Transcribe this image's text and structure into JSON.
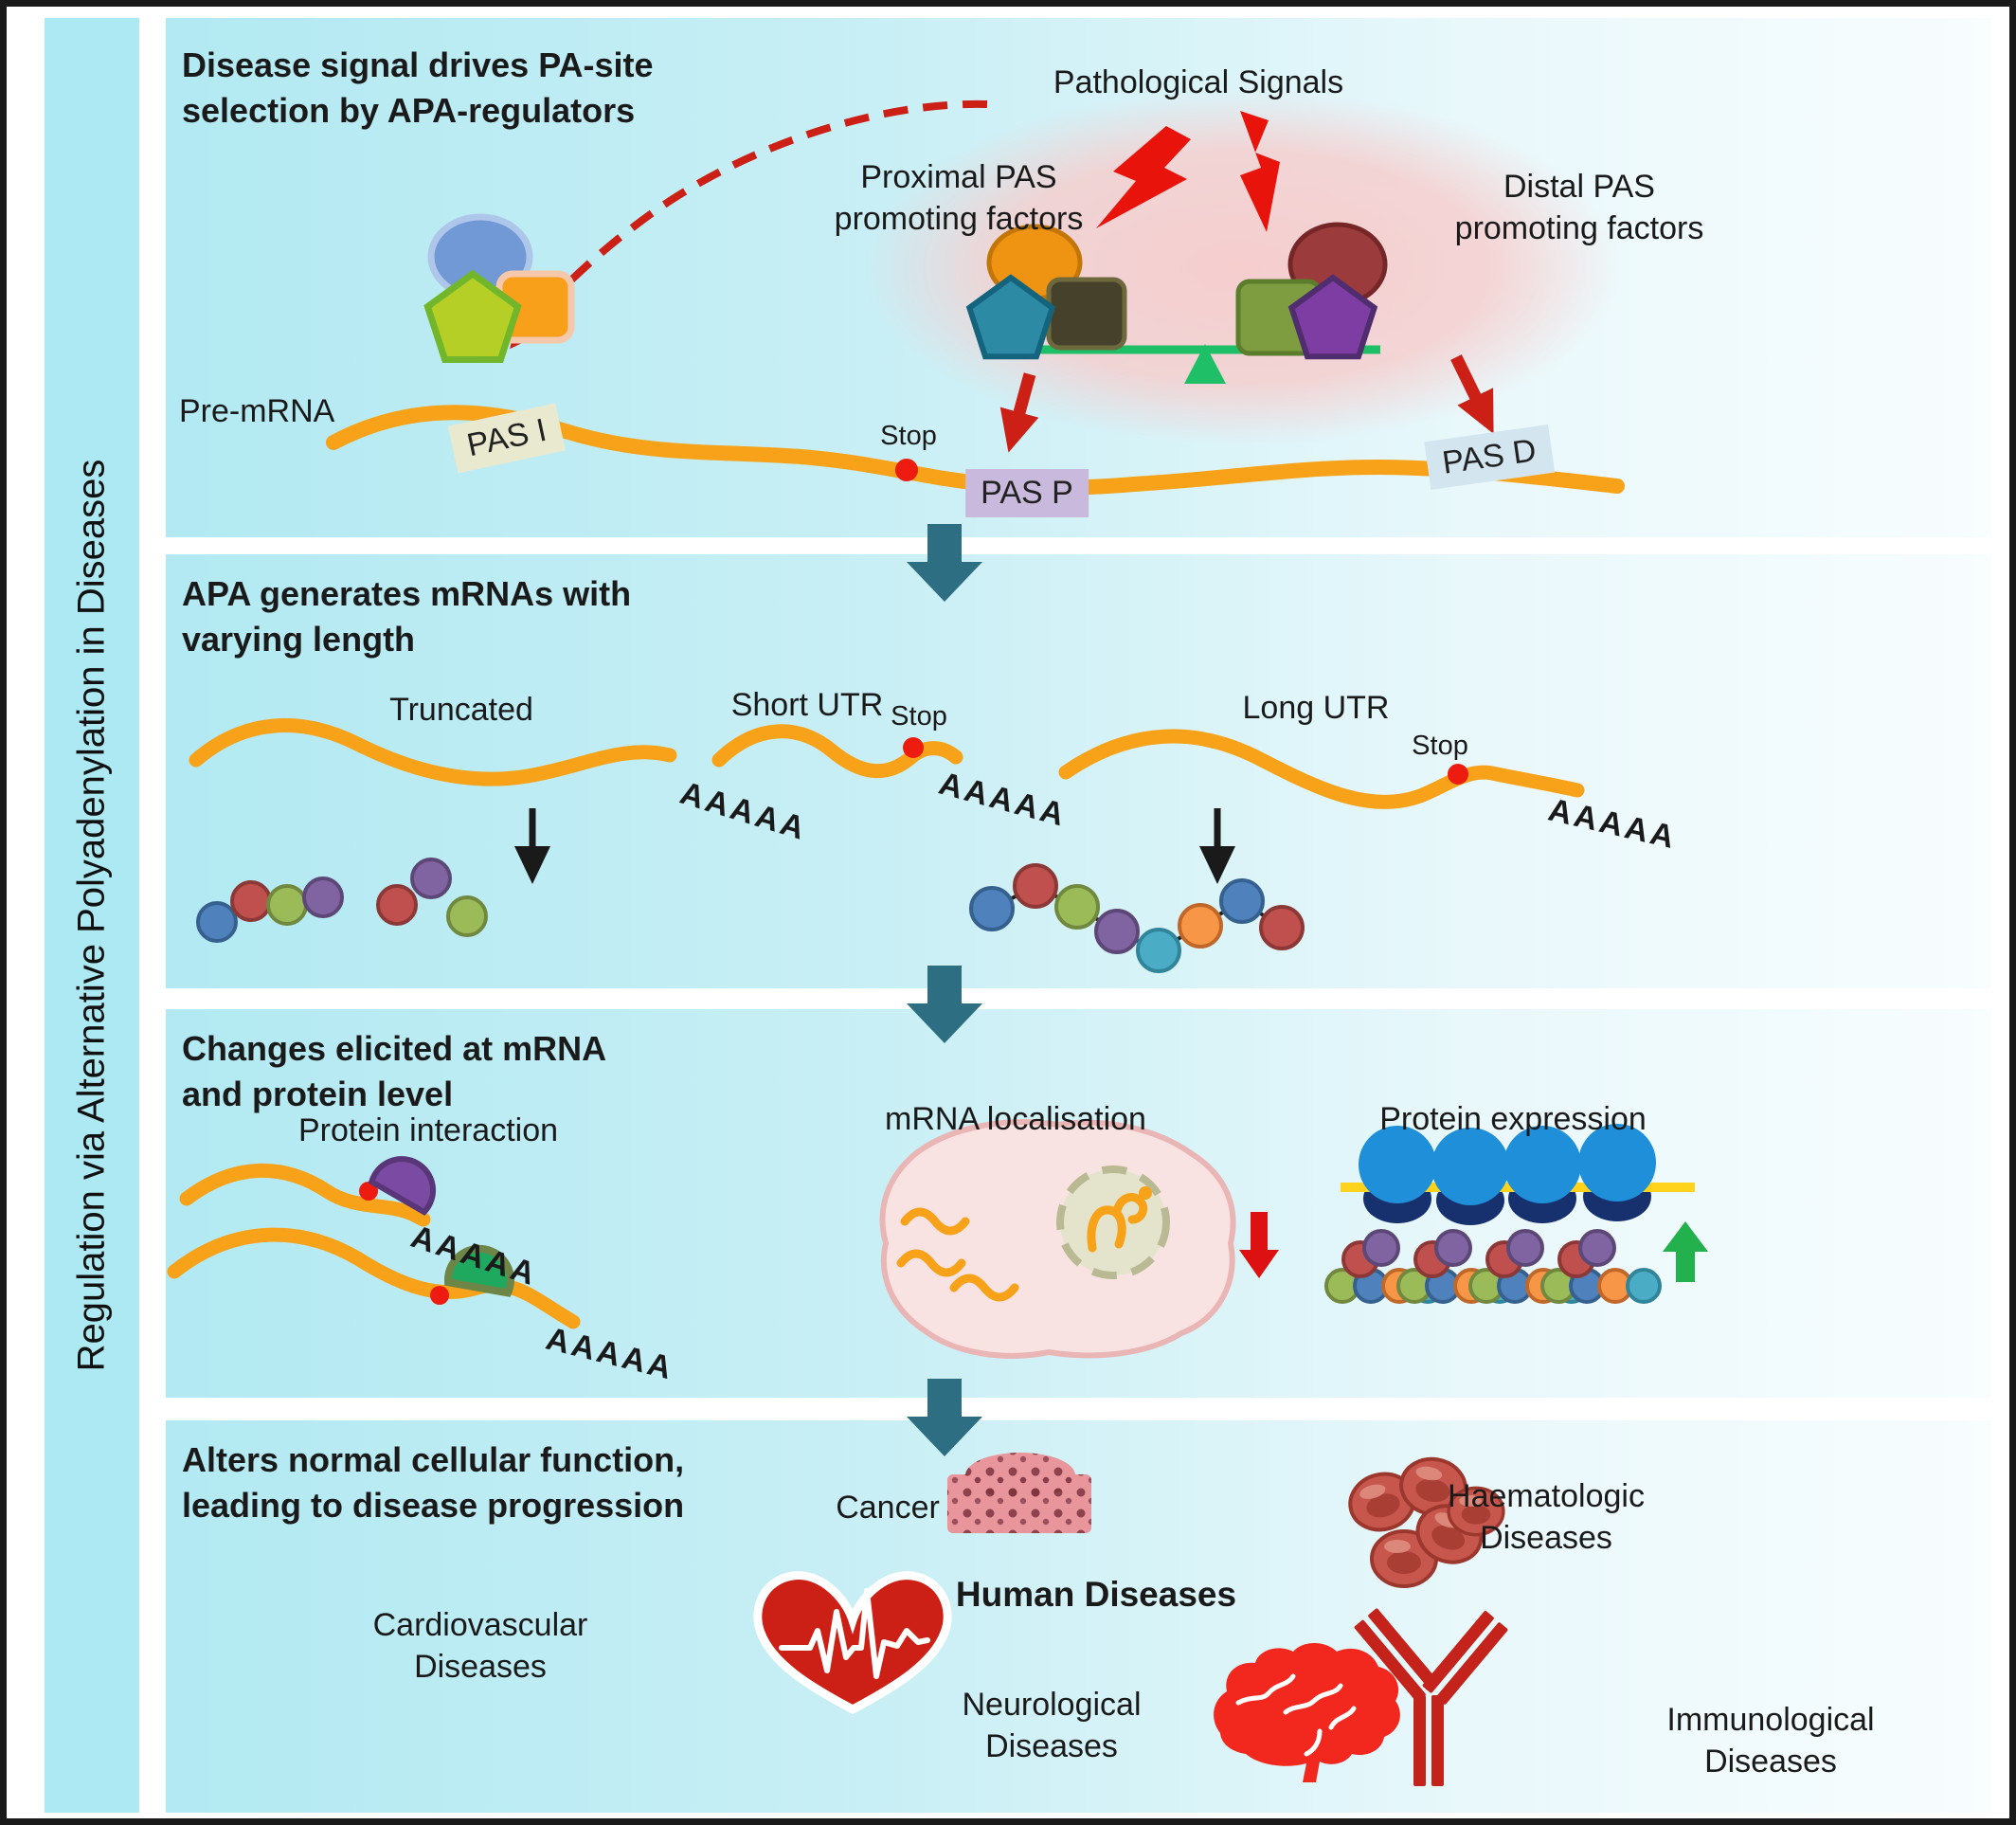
{
  "sidebar": {
    "label": "Regulation via Alternative Polyadenylation in Diseases"
  },
  "panels": {
    "p1": {
      "title": "Disease signal drives PA-site\nselection by APA-regulators",
      "pathological_signals": "Pathological Signals",
      "proximal_factors": "Proximal PAS\npromoting factors",
      "distal_factors": "Distal PAS\npromoting factors",
      "pre_mrna": "Pre-mRNA",
      "pas_i": "PAS I",
      "pas_p": "PAS P",
      "pas_d": "PAS D",
      "stop": "Stop"
    },
    "p2": {
      "title": "APA generates mRNAs with\nvarying length",
      "truncated": "Truncated",
      "short_utr": "Short UTR",
      "long_utr": "Long UTR",
      "stop": "Stop",
      "poly_a": "AAAAA"
    },
    "p3": {
      "title": "Changes elicited at mRNA\nand protein level",
      "protein_interaction": "Protein interaction",
      "mrna_localisation": "mRNA localisation",
      "protein_expression": "Protein expression",
      "poly_a": "AAAAA"
    },
    "p4": {
      "title": "Alters normal cellular function,\nleading to disease progression",
      "cancer": "Cancer",
      "haematologic": "Haematologic\nDiseases",
      "human_diseases": "Human Diseases",
      "cardiovascular": "Cardiovascular\nDiseases",
      "neurological": "Neurological\nDiseases",
      "immunological": "Immunological\nDiseases"
    }
  },
  "colors": {
    "panel_cyan": "#B2E9F2",
    "sidebar_cyan": "#ADE9F2",
    "mrna_orange": "#F7A219",
    "flow_arrow_teal": "#2E6E83",
    "signal_red": "#CC2016",
    "stop_dot_red": "#EE1B10",
    "balance_green": "#1FBF67",
    "pas_i_bg": "#E9E9D0",
    "pas_p_bg": "#C9BADD",
    "pas_d_bg": "#D3E5EF",
    "pathologic_ellipse_pink": "#F7CFCF",
    "ribosome_blue": "#1E8FD8",
    "ribosome_navy": "#16316E",
    "expression_mrna_yellow": "#FFD21C",
    "decrease_red": "#DD1111",
    "increase_green": "#22B14C",
    "disease_icon_red": "#CC2016"
  },
  "icons": {
    "lightning": "pathological signal bolt",
    "balance_scale": "PAS selection balance",
    "stop_codon": "red dot",
    "protein_beads": "amino-acid bead chain",
    "cell": "cell with nucleus",
    "ribosome": "ribosome on mRNA",
    "cancer_tissue": "tumour tissue patch",
    "red_blood_cells": "erythrocytes",
    "heart_ecg": "heart with ECG trace",
    "brain": "brain",
    "antibody": "Y-shaped antibody"
  }
}
